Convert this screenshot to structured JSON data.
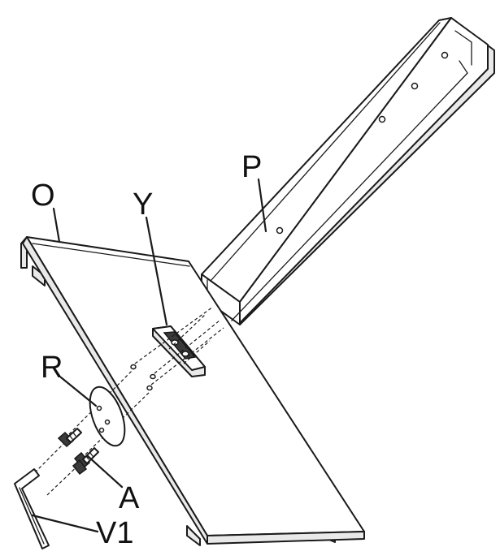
{
  "labels": {
    "base": "O",
    "bracket": "Y",
    "column": "P",
    "plate": "R",
    "screws": "A",
    "hex_key": "V1"
  }
}
